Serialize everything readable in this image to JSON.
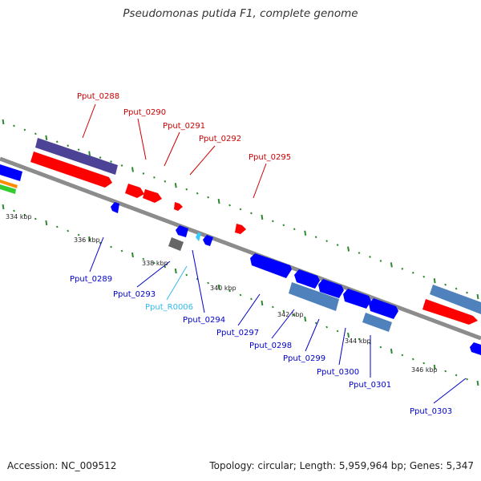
{
  "title": "Pseudomonas putida F1, complete genome",
  "footer": {
    "accession": "Accession: NC_009512",
    "summary": "Topology: circular; Length: 5,959,964 bp; Genes: 5,347"
  },
  "colors": {
    "backbone": "#8c8c8c",
    "tick": "#2d8a2d",
    "plus_label": "#cc0000",
    "minus_label": "#0000cc",
    "rna_label": "#33bbee",
    "cds_plus": "#ff0000",
    "cds_minus": "#0000ff",
    "other_gene": "#4f81bd",
    "purple": "#4d4396",
    "grey": "#666666",
    "rna": "#33ccff"
  },
  "scale_labels": [
    "334 kbp",
    "336 kbp",
    "338 kbp",
    "340 kbp",
    "342 kbp",
    "344 kbp",
    "346 kbp"
  ],
  "genes_top": [
    "Pput_0288",
    "Pput_0290",
    "Pput_0291",
    "Pput_0292",
    "Pput_0295"
  ],
  "genes_bottom": [
    "Pput_0289",
    "Pput_0293",
    "Pput_R0006",
    "Pput_0294",
    "Pput_0297",
    "Pput_0298",
    "Pput_0299",
    "Pput_0300",
    "Pput_0301",
    "Pput_0303"
  ]
}
